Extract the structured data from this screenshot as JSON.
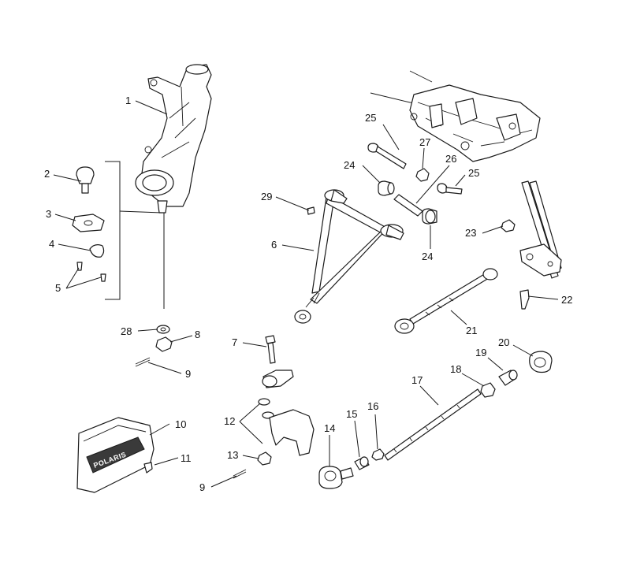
{
  "callouts": {
    "c1": "1",
    "c2": "2",
    "c3": "3",
    "c4": "4",
    "c5": "5",
    "c6": "6",
    "c7": "7",
    "c8": "8",
    "c9a": "9",
    "c9b": "9",
    "c10": "10",
    "c11": "11",
    "c12": "12",
    "c13": "13",
    "c14": "14",
    "c15": "15",
    "c16": "16",
    "c17": "17",
    "c18": "18",
    "c19": "19",
    "c20": "20",
    "c21": "21",
    "c22": "22",
    "c23": "23",
    "c24a": "24",
    "c24b": "24",
    "c25a": "25",
    "c25b": "25",
    "c26": "26",
    "c27": "27",
    "c28": "28",
    "c29": "29"
  },
  "guard_logo": "POLARIS",
  "colors": {
    "line": "#1a1a1a",
    "background": "#ffffff"
  }
}
